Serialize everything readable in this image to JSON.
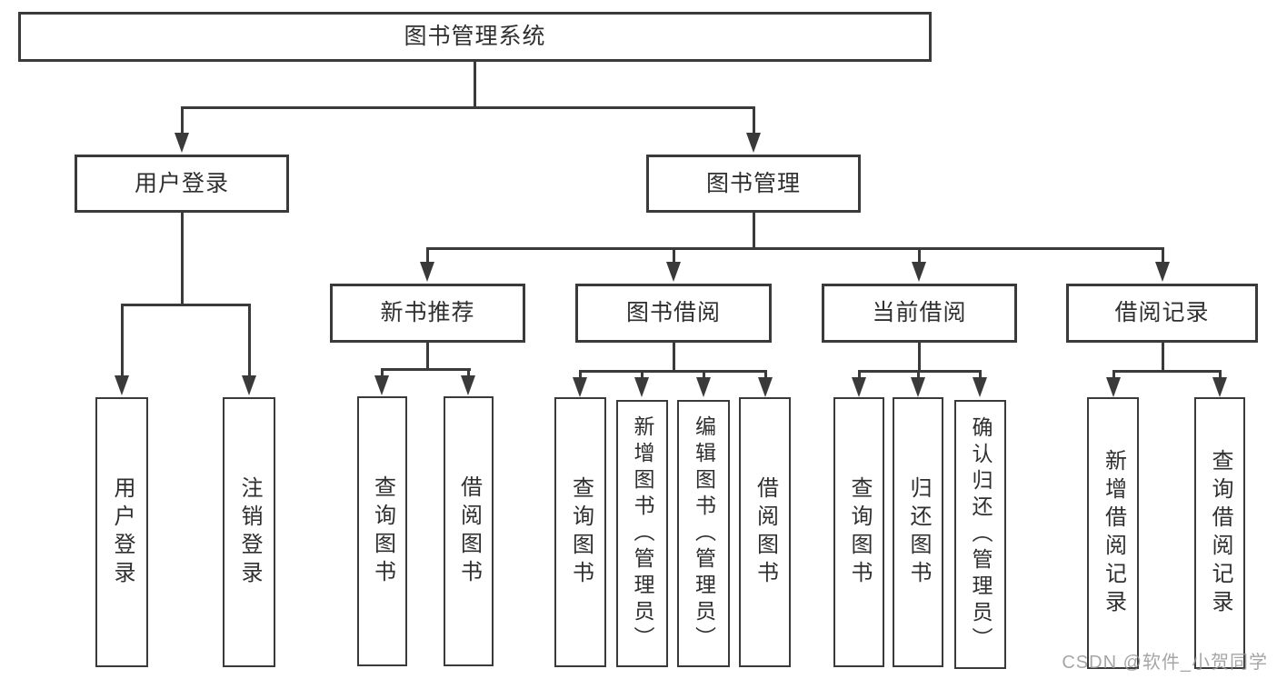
{
  "diagram": {
    "title": "图书管理系统",
    "tree": {
      "root": {
        "label": "图书管理系统"
      },
      "branches": [
        {
          "label": "用户登录",
          "children": [
            {
              "label": "用户登录"
            },
            {
              "label": "注销登录"
            }
          ]
        },
        {
          "label": "图书管理",
          "children": [
            {
              "label": "新书推荐",
              "children": [
                {
                  "label": "查询图书"
                },
                {
                  "label": "借阅图书"
                }
              ]
            },
            {
              "label": "图书借阅",
              "children": [
                {
                  "label": "查询图书"
                },
                {
                  "label": "新增图书（管理员）"
                },
                {
                  "label": "编辑图书（管理员）"
                },
                {
                  "label": "借阅图书"
                }
              ]
            },
            {
              "label": "当前借阅",
              "children": [
                {
                  "label": "查询图书"
                },
                {
                  "label": "归还图书"
                },
                {
                  "label": "确认归还（管理员）"
                }
              ]
            },
            {
              "label": "借阅记录",
              "children": [
                {
                  "label": "新增借阅记录"
                },
                {
                  "label": "查询借阅记录"
                }
              ]
            }
          ]
        }
      ]
    },
    "style": {
      "line_color": "#3a3a3a",
      "text_color": "#2f2f2f",
      "background": "#ffffff",
      "watermark_color": "#969696"
    }
  },
  "watermark": {
    "text": "CSDN @软件_小贺同学"
  }
}
